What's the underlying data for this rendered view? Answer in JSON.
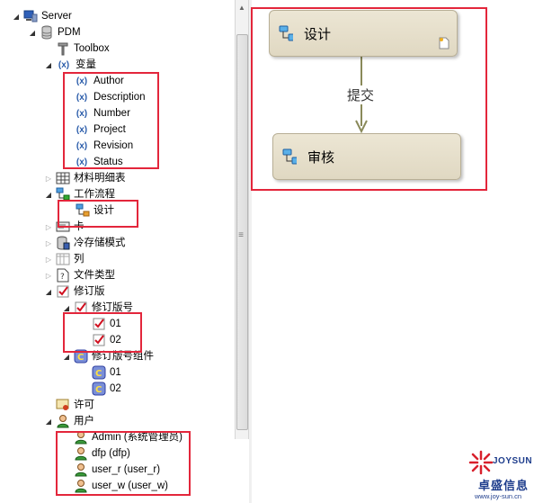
{
  "tree": {
    "server": "Server",
    "pdm": "PDM",
    "toolbox": "Toolbox",
    "variables": "变量",
    "var_items": [
      "Author",
      "Description",
      "Number",
      "Project",
      "Revision",
      "Status"
    ],
    "var_icon": "(x)",
    "bom": "材料明细表",
    "workflow": "工作流程",
    "design": "设计",
    "card": "卡",
    "cold_storage": "冷存储模式",
    "columns": "列",
    "file_types": "文件类型",
    "revision": "修订版",
    "revision_number": "修订版号",
    "rev_items": [
      "01",
      "02"
    ],
    "rev_component": "修订版号组件",
    "comp_items": [
      "01",
      "02"
    ],
    "license": "许可",
    "users": "用户",
    "user_items": [
      "Admin (系统管理员)",
      "dfp (dfp)",
      "user_r (user_r)",
      "user_w (user_w)"
    ]
  },
  "diagram": {
    "state1": "设计",
    "state2": "审核",
    "transition": "提交"
  },
  "logo": {
    "brand": "JOYSUN",
    "name": "卓盛信息",
    "url": "www.joy-sun.cn"
  },
  "colors": {
    "highlight": "#e3263b",
    "node_fill": "#e6dfca",
    "arrow": "#8a8a5a"
  }
}
